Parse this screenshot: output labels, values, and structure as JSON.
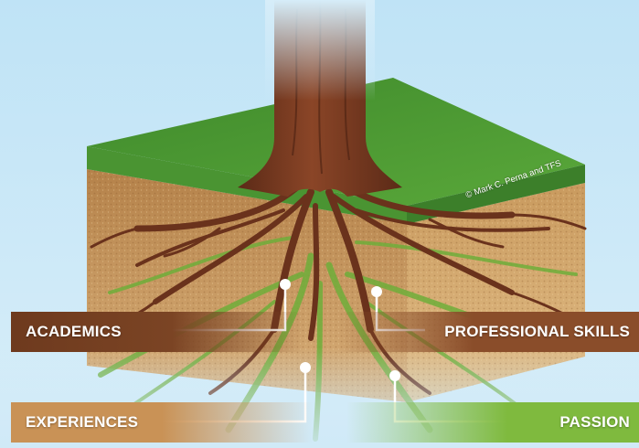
{
  "labels": {
    "academics": "ACADEMICS",
    "professional_skills": "PROFESSIONAL SKILLS",
    "experiences": "EXPERIENCES",
    "passion": "PASSION"
  },
  "credit": "© Mark C. Perna and TFS",
  "colors": {
    "sky": "#cfe9f7",
    "grass": "#4f9a35",
    "soil": "#c99a5e",
    "trunk": "#7a3b22",
    "academics_band": "#6e3a1e",
    "professional_band": "#8a4d2a",
    "experiences_band": "#c99256",
    "passion_band": "#7fba3e"
  }
}
